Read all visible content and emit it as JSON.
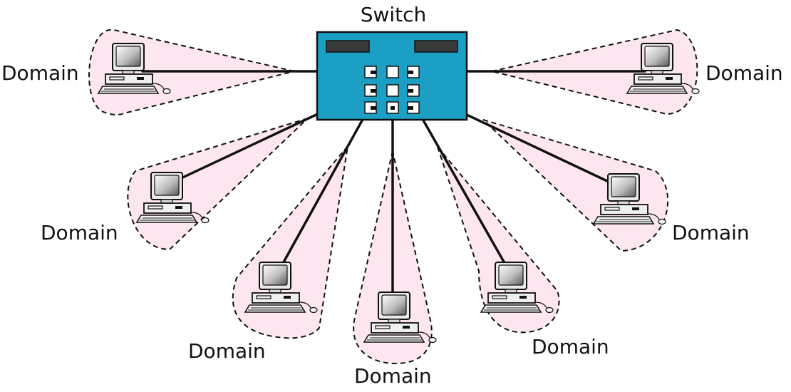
{
  "switch": {
    "label": "Switch"
  },
  "domains": [
    {
      "id": "left-top",
      "label": "Domain"
    },
    {
      "id": "right-top",
      "label": "Domain"
    },
    {
      "id": "left-mid",
      "label": "Domain"
    },
    {
      "id": "right-mid",
      "label": "Domain"
    },
    {
      "id": "left-low",
      "label": "Domain"
    },
    {
      "id": "right-low",
      "label": "Domain"
    },
    {
      "id": "bottom",
      "label": "Domain"
    }
  ],
  "colors": {
    "switch_body": "#1b9fc4",
    "domain_fill": "#fde6ef",
    "monitor_screen": "#cfcfcf"
  }
}
